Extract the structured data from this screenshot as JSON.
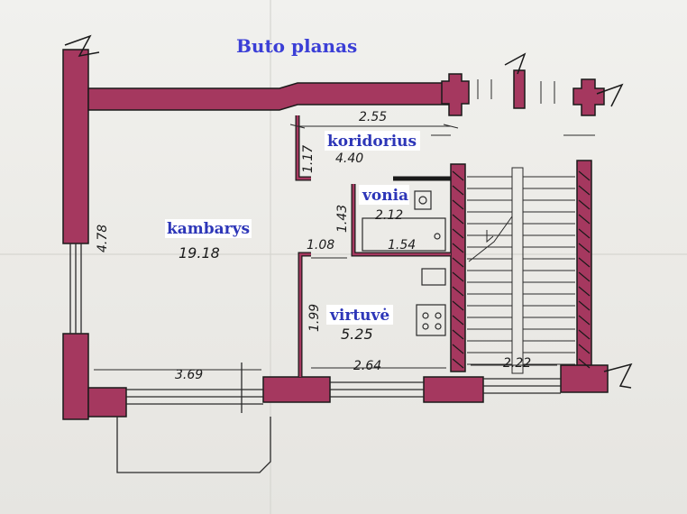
{
  "title": "Buto planas",
  "rooms": {
    "kambarys": {
      "name": "kambarys",
      "area": "19.18"
    },
    "koridorius": {
      "name": "koridorius",
      "area": "4.40"
    },
    "vonia": {
      "name": "vonia",
      "area": "2.12"
    },
    "virtuve": {
      "name": "virtuvė",
      "area": "5.25"
    }
  },
  "dimensions": {
    "top_corridor": "2.55",
    "corridor_side": "1.17",
    "room_height": "4.78",
    "vonia_side": "1.43",
    "vonia_width": "1.54",
    "kitchen_top": "1.08",
    "kitchen_side": "1.99",
    "room_bottom": "3.69",
    "kitchen_bottom": "2.64",
    "stair_bottom": "2.22"
  },
  "colors": {
    "wall": "#a5385f",
    "wall_outline": "#1a1a1a",
    "label_bg": "#ffffff",
    "label_text": "#2d36b8",
    "title_text": "#3b3fd6"
  }
}
